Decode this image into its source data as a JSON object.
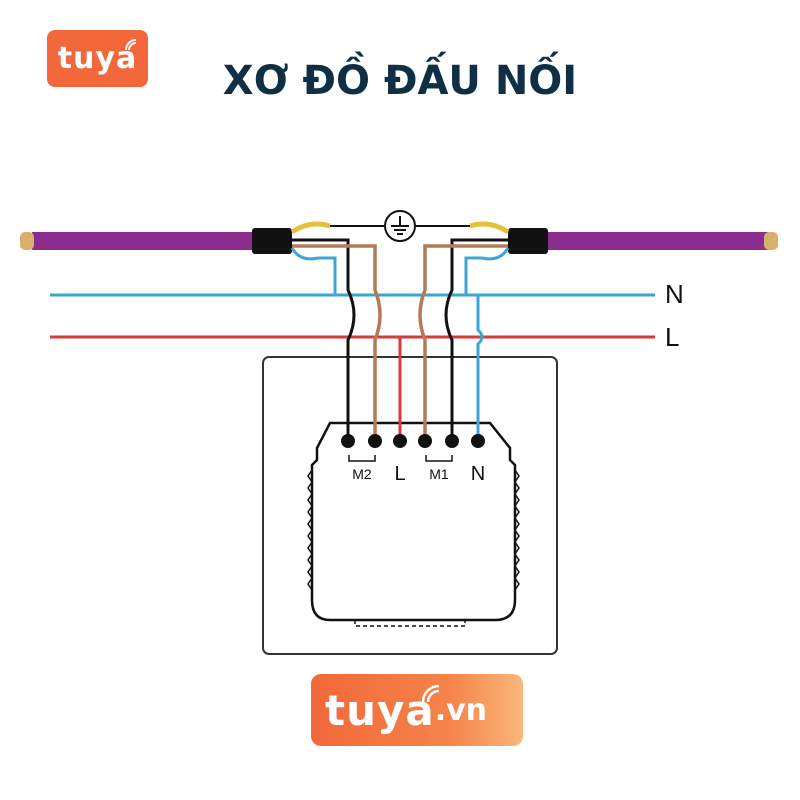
{
  "header": {
    "logo_text": "tuya",
    "title": "XƠ ĐỒ ĐẤU NỐI"
  },
  "diagram": {
    "line_labels": {
      "neutral": "N",
      "live": "L"
    },
    "terminals": [
      "M2",
      "L",
      "M1",
      "N"
    ],
    "colors": {
      "cable_sheath": "#8b2c8f",
      "cable_end": "#d9b06a",
      "neutral_wire": "#3aa6d6",
      "live_wire": "#d63a3a",
      "motor_wire_black": "#111111",
      "motor_wire_brown": "#b57a55",
      "earth_wire": "#e2c23a"
    },
    "icons": {
      "earth": "ground-icon"
    }
  },
  "footer": {
    "logo_brand": "tuya",
    "logo_tld": ".vn"
  }
}
